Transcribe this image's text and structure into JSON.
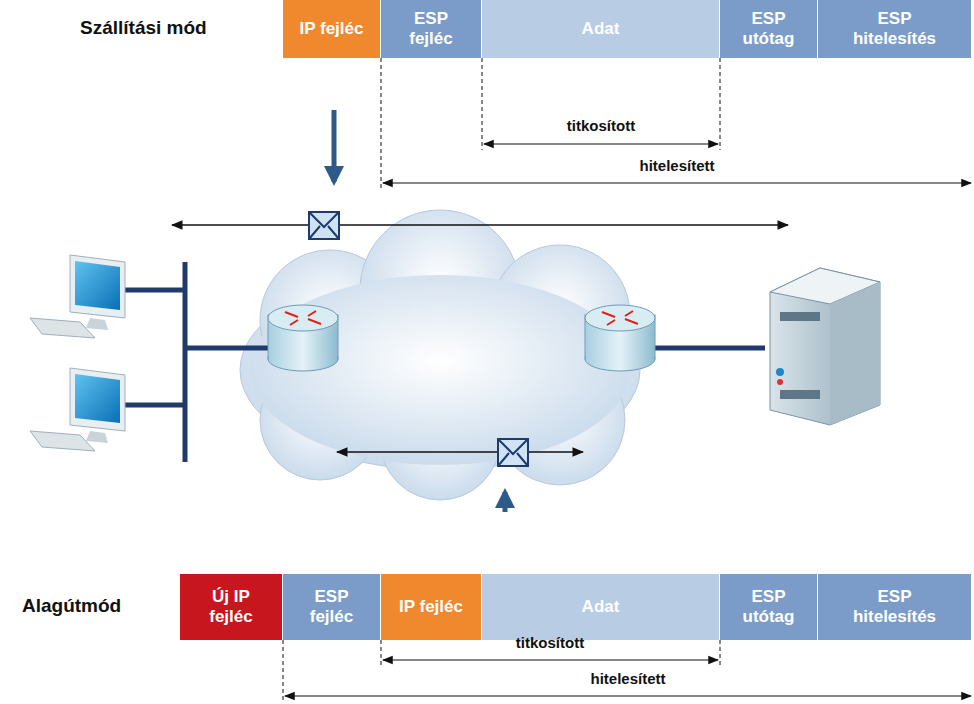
{
  "diagram": {
    "nodes": [
      {
        "text": [
          "IP fejléc"
        ]
      },
      {
        "text": [
          "ESP fejléc"
        ]
      },
      {
        "text": [
          "Adat"
        ]
      },
      {
        "text": [
          "ESP utótag"
        ]
      },
      {
        "text": [
          "ESP hitelesítés"
        ]
      },
      {
        "text": [
          "Új IP fejléc"
        ]
      },
      {
        "text": [
          "ESP fejléc"
        ]
      },
      {
        "text": [
          "IP fejléc"
        ]
      },
      {
        "text": [
          "Adat"
        ]
      },
      {
        "text": [
          "ESP utótag"
        ]
      },
      {
        "text": [
          "ESP hitelesítés"
        ]
      }
    ],
    "labels": [
      "Szállítási mód",
      "titkosított",
      "hitelesített",
      "Alagútmód",
      "titkosított",
      "hitelesített"
    ]
  }
}
